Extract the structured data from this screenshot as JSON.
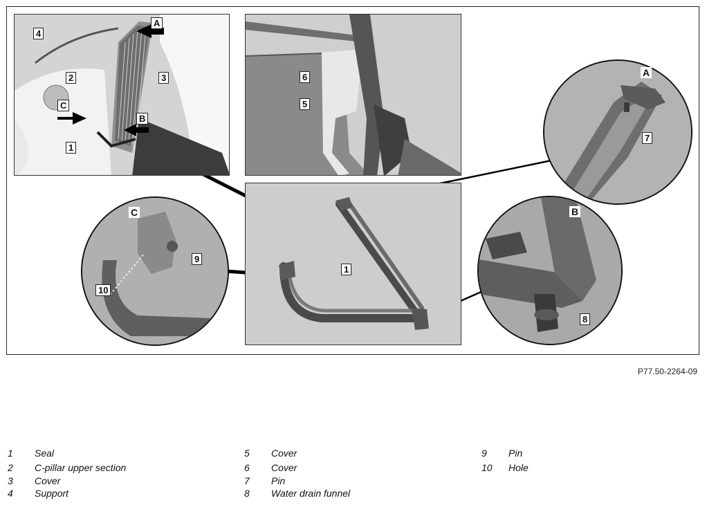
{
  "figure": {
    "id_label": "P77.50-2264-09",
    "callouts": {
      "p1_4": "4",
      "p1_A": "A",
      "p1_2": "2",
      "p1_3": "3",
      "p1_C": "C",
      "p1_B": "B",
      "p1_1": "1",
      "p2_6": "6",
      "p2_5": "5",
      "p3_1": "1",
      "zA_7": "7",
      "zB_8": "8",
      "zC_9": "9",
      "zC_10": "10"
    },
    "zooms": {
      "A": "A",
      "B": "B",
      "C": "C"
    }
  },
  "legend": {
    "col1": [
      {
        "num": "1",
        "text": "Seal"
      },
      {
        "num": "2",
        "text": "C-pillar upper section"
      },
      {
        "num": "3",
        "text": "Cover"
      },
      {
        "num": "4",
        "text": "Support"
      }
    ],
    "col2": [
      {
        "num": "5",
        "text": "Cover"
      },
      {
        "num": "6",
        "text": "Cover"
      },
      {
        "num": "7",
        "text": "Pin"
      },
      {
        "num": "8",
        "text": "Water drain funnel"
      }
    ],
    "col3": [
      {
        "num": "9",
        "text": "Pin"
      },
      {
        "num": "10",
        "text": "Hole"
      }
    ]
  }
}
